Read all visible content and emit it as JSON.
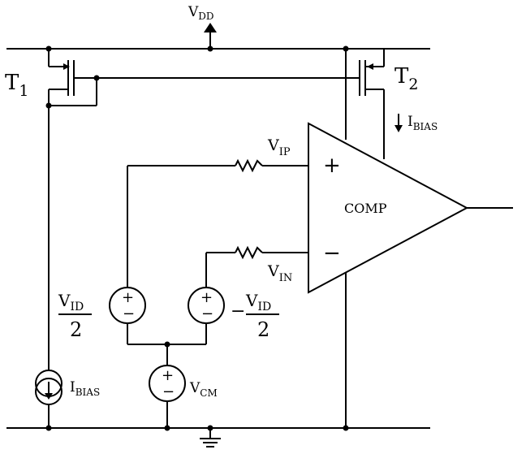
{
  "supply": {
    "label": "V",
    "sub": "DD"
  },
  "transistors": [
    {
      "label": "T",
      "sub": "1"
    },
    {
      "label": "T",
      "sub": "2"
    }
  ],
  "bias_current_top": {
    "label": "I",
    "sub": "BIAS"
  },
  "bias_current_bottom": {
    "label": "I",
    "sub": "BIAS"
  },
  "resistor_ip": {
    "label": "V",
    "sub": "IP"
  },
  "resistor_in": {
    "label": "V",
    "sub": "IN"
  },
  "comparator": {
    "name": "COMP",
    "plus": "+",
    "minus": "−"
  },
  "source_left": {
    "numerator": "V",
    "numerator_sub": "ID",
    "denominator": "2",
    "plus": "+",
    "minus": "−"
  },
  "source_right": {
    "prefix": "−",
    "numerator": "V",
    "numerator_sub": "ID",
    "denominator": "2",
    "plus": "+",
    "minus": "−"
  },
  "source_cm": {
    "label": "V",
    "sub": "CM",
    "plus": "+",
    "minus": "−"
  }
}
